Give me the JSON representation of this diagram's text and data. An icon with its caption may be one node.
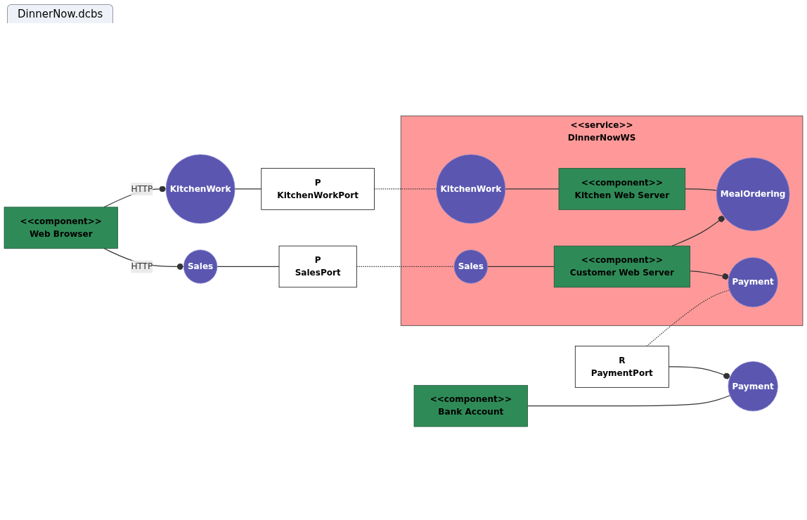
{
  "diagram": {
    "nodes": [
      {
        "text": [
          "<<component>>",
          "Web Browser"
        ]
      },
      {
        "text": [
          "Sales"
        ]
      },
      {
        "text": [
          "KitchenWork"
        ]
      },
      {
        "text": [
          "<<service>>",
          "DinnerNowWS"
        ]
      },
      {
        "text": [
          "P",
          "SalesPort"
        ]
      },
      {
        "text": [
          "Sales"
        ],
        "in": 3
      },
      {
        "text": [
          "KitchenWork"
        ],
        "in": 3
      },
      {
        "text": [
          "P",
          "KitchenWorkPort"
        ]
      },
      {
        "text": [
          "<<component>>",
          "Bank Account"
        ]
      },
      {
        "text": [
          "<<component>>",
          "Customer Web Server"
        ],
        "in": 3
      },
      {
        "text": [
          "<<component>>",
          "Kitchen Web Server"
        ],
        "in": 3
      },
      {
        "text": [
          "Payment"
        ]
      },
      {
        "text": [
          "R",
          "PaymentPort"
        ]
      },
      {
        "text": [
          "Payment"
        ],
        "in": 3
      },
      {
        "text": [
          "MealOrdering"
        ],
        "in": 3
      }
    ],
    "edges": [
      {
        "from": 0,
        "to": 1,
        "arrow": "other",
        "label": "HTTP"
      },
      {
        "from": 0,
        "to": 2,
        "arrow": "other",
        "label": "HTTP"
      },
      {
        "from": 1,
        "to": 4,
        "arrow": "none"
      },
      {
        "from": 2,
        "to": 7,
        "arrow": "none"
      },
      {
        "from": 4,
        "to": 5,
        "arrow": "none",
        "style": "dashed"
      },
      {
        "from": 7,
        "to": 6,
        "arrow": "none",
        "style": "dashed"
      },
      {
        "from": 5,
        "to": 9,
        "arrow": "none"
      },
      {
        "from": 6,
        "to": 10,
        "arrow": "none"
      },
      {
        "from": 8,
        "to": 11,
        "arrow": "none"
      },
      {
        "from": 12,
        "to": 11,
        "arrow": "other"
      },
      {
        "from": 12,
        "to": 13,
        "arrow": "none",
        "style": "dashed"
      },
      {
        "from": 9,
        "to": 13,
        "arrow": "other"
      },
      {
        "from": 9,
        "to": 14,
        "arrow": "other"
      },
      {
        "from": 10,
        "to": 14,
        "arrow": "none"
      }
    ],
    "labels": [
      "DinnerNow.dcbs"
    ]
  }
}
